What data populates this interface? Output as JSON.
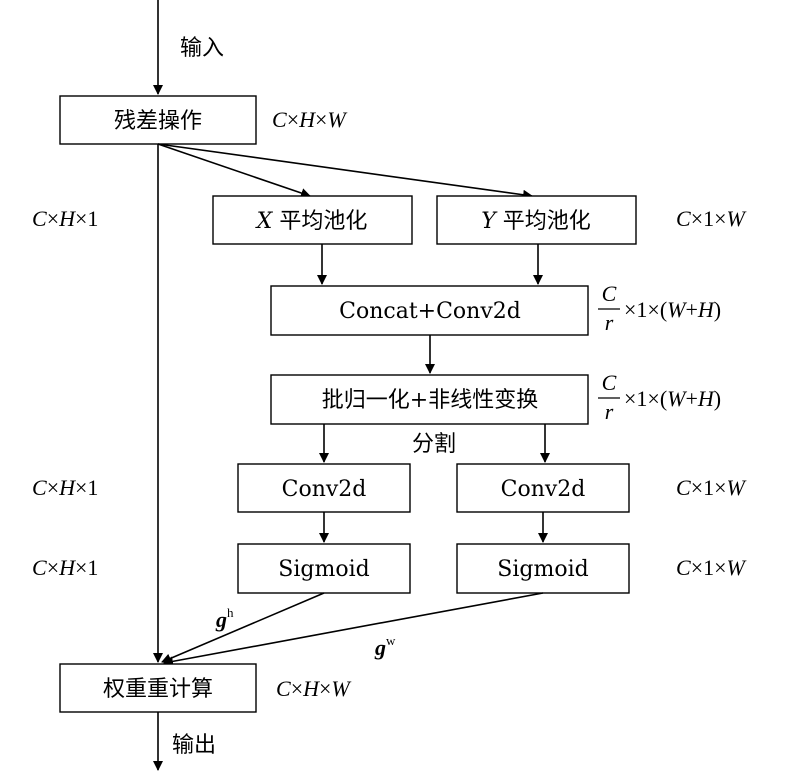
{
  "nodes": {
    "input_label": "输入",
    "residual": "残差操作",
    "x_pool_var": "X",
    "x_pool": "平均池化",
    "y_pool_var": "Y",
    "y_pool": "平均池化",
    "concat": "Concat+Conv2d",
    "bn": "批归一化+非线性变换",
    "split": "分割",
    "conv_left": "Conv2d",
    "conv_right": "Conv2d",
    "sig_left": "Sigmoid",
    "sig_right": "Sigmoid",
    "reweight": "权重重计算",
    "output_label": "输出"
  },
  "dims": {
    "chw": {
      "c": "C",
      "x1": "×",
      "h": "H",
      "x2": "×",
      "w": "W"
    },
    "ch1": {
      "c": "C",
      "x1": "×",
      "h": "H",
      "rest": "×1"
    },
    "c1w": {
      "c": "C",
      "mid": "×1×",
      "w": "W"
    },
    "cr": {
      "num": "C",
      "den": "r",
      "mid": "×1×(",
      "w": "W",
      "plus": "+",
      "h": "H",
      "close": ")"
    }
  },
  "gates": {
    "gh": {
      "g": "g",
      "sup": "h"
    },
    "gw": {
      "g": "g",
      "sup": "w"
    }
  }
}
